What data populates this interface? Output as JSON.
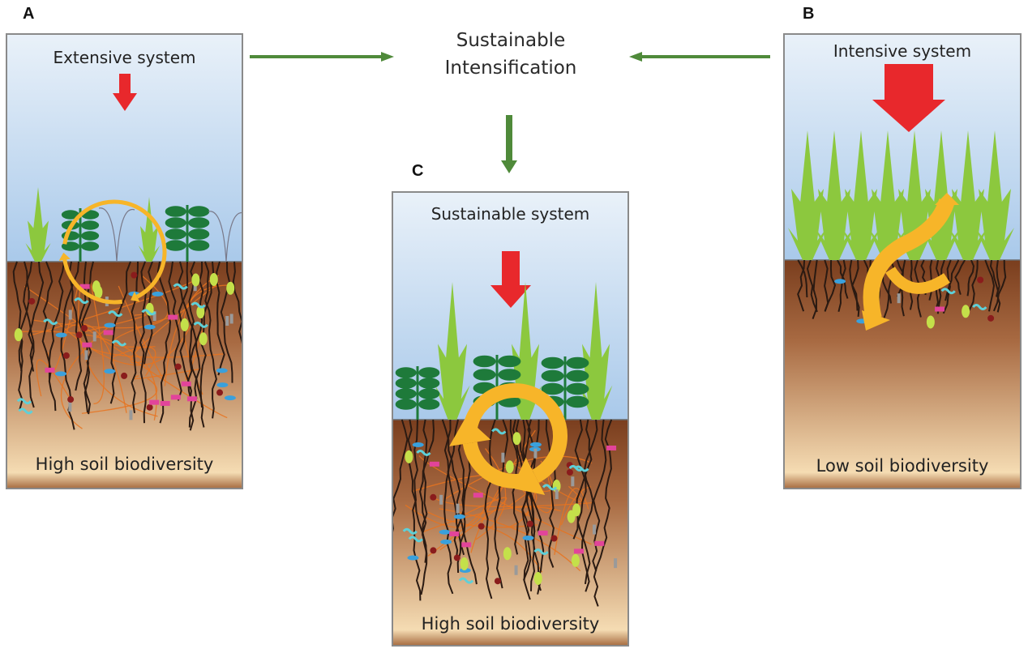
{
  "figure": {
    "center_title_line1": "Sustainable",
    "center_title_line2": "Intensification",
    "colors": {
      "flow_arrow": "#4f8a3a",
      "input_arrow": "#e8282c",
      "nutrient_cycle": "#f7b529",
      "sky_top": "#e9f1f9",
      "sky_bottom": "#a9c9ea",
      "soil_top": "#7a3e1e",
      "soil_bottom": "#f5dcb3",
      "grass": "#8cc83e",
      "legume": "#1e7a3a",
      "root": "#2a1a12",
      "hyphae": "#e8731e"
    }
  },
  "panels": {
    "A": {
      "letter": "A",
      "title": "Extensive system",
      "caption": "High soil biodiversity",
      "input_intensity": "low",
      "soil_biodiversity": "high"
    },
    "B": {
      "letter": "B",
      "title": "Intensive system",
      "caption": "Low soil biodiversity",
      "input_intensity": "high",
      "soil_biodiversity": "low"
    },
    "C": {
      "letter": "C",
      "title": "Sustainable system",
      "caption": "High soil biodiversity",
      "input_intensity": "medium",
      "soil_biodiversity": "high"
    }
  },
  "flows": [
    {
      "from": "A",
      "to": "Sustainable Intensification"
    },
    {
      "from": "B",
      "to": "Sustainable Intensification"
    },
    {
      "from": "Sustainable Intensification",
      "to": "C"
    }
  ]
}
